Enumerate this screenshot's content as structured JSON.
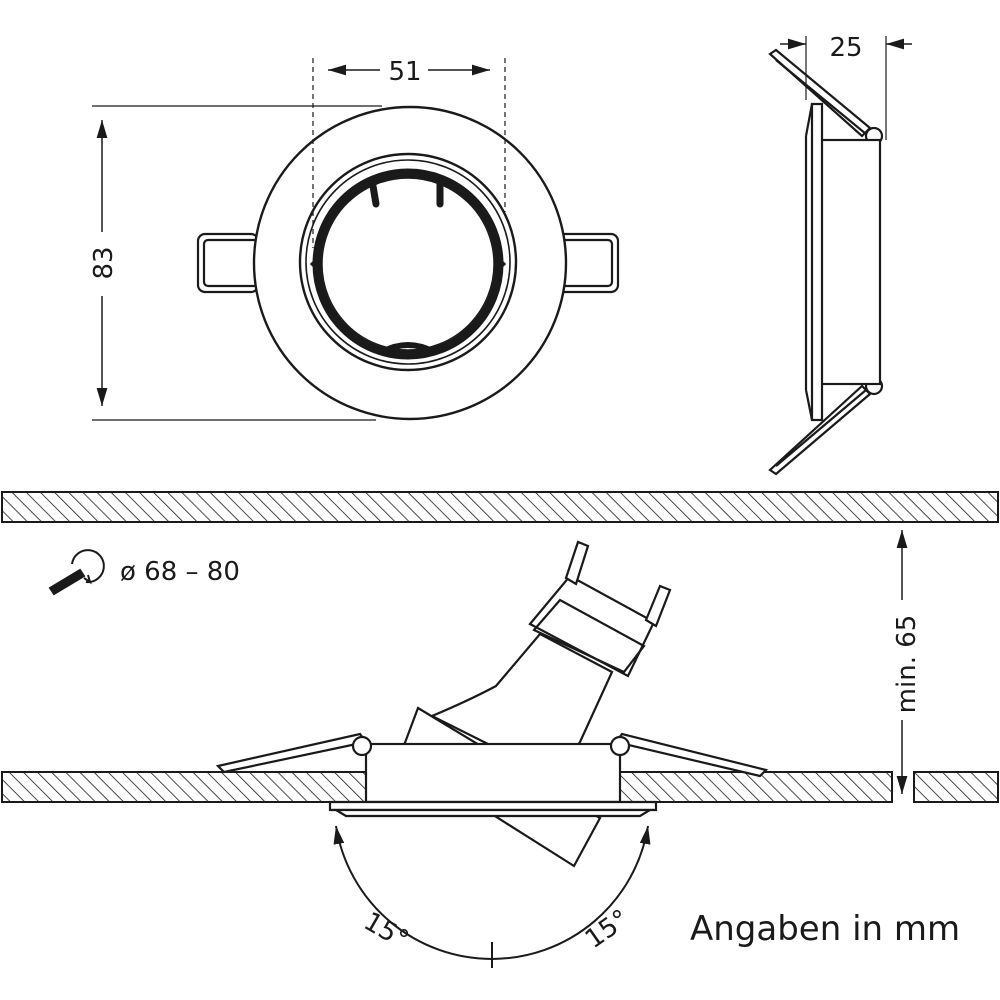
{
  "dimensions": {
    "inner_diameter": "51",
    "outer_diameter": "83",
    "depth": "25",
    "cutout": "ø 68 – 80",
    "min_install_depth": "min. 65",
    "tilt_left": "15°",
    "tilt_right": "15°"
  },
  "note": "Angaben in mm",
  "colors": {
    "line": "#1a1a1a",
    "background": "#ffffff"
  },
  "icons": {
    "cutout_tool": "jigsaw-hole-saw-icon"
  }
}
